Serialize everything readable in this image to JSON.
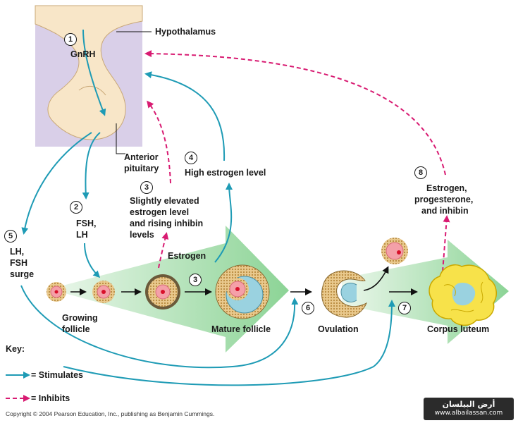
{
  "labels": {
    "hypothalamus": "Hypothalamus",
    "gnrh": "GnRH",
    "anterior_pituitary_1": "Anterior",
    "anterior_pituitary_2": "pituitary",
    "fsh_lh_1": "FSH,",
    "fsh_lh_2": "LH",
    "lh_fsh_surge_1": "LH,",
    "lh_fsh_surge_2": "FSH",
    "lh_fsh_surge_3": "surge",
    "slightly_elevated_1": "Slightly elevated",
    "slightly_elevated_2": "estrogen level",
    "slightly_elevated_3": "and rising inhibin",
    "slightly_elevated_4": "levels",
    "high_estrogen": "High estrogen level",
    "estrogen": "Estrogen",
    "growing_follicle_1": "Growing",
    "growing_follicle_2": "follicle",
    "mature_follicle": "Mature follicle",
    "ovulation": "Ovulation",
    "corpus_luteum": "Corpus luteum",
    "estrogen_prog_1": "Estrogen,",
    "estrogen_prog_2": "progesterone,",
    "estrogen_prog_3": "and inhibin"
  },
  "steps": {
    "s1": "1",
    "s2": "2",
    "s3a": "3",
    "s3b": "3",
    "s4": "4",
    "s5": "5",
    "s6": "6",
    "s7": "7",
    "s8": "8"
  },
  "key": {
    "title": "Key:",
    "stimulates": "= Stimulates",
    "inhibits": "= Inhibits"
  },
  "copyright": "Copyright © 2004 Pearson Education, Inc., publishing as Benjamin Cummings.",
  "watermark": {
    "arabic": "أرض البيلسان",
    "url": "www.albailassan.com"
  },
  "colors": {
    "stimulates": "#1e9bb5",
    "inhibits": "#d81b72",
    "arrow_green": "#a8d8a8",
    "brain_purple": "#d9cfe8",
    "brain_tissue": "#f8e6c8"
  }
}
